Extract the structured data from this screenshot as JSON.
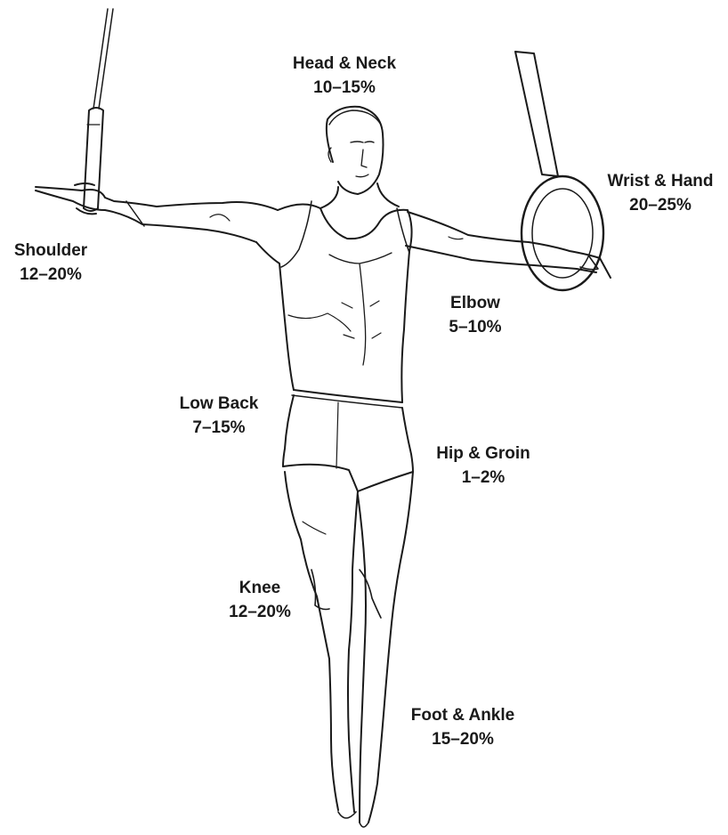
{
  "figure": {
    "icon": "gymnast-on-rings-illustration",
    "line_color": "#1a1a1a",
    "background": "#ffffff"
  },
  "regions": [
    {
      "id": "head-neck",
      "name": "Head & Neck",
      "range": "10–15%"
    },
    {
      "id": "wrist-hand",
      "name": "Wrist & Hand",
      "range": "20–25%"
    },
    {
      "id": "shoulder",
      "name": "Shoulder",
      "range": "12–20%"
    },
    {
      "id": "elbow",
      "name": "Elbow",
      "range": "5–10%"
    },
    {
      "id": "low-back",
      "name": "Low Back",
      "range": "7–15%"
    },
    {
      "id": "hip-groin",
      "name": "Hip & Groin",
      "range": "1–2%"
    },
    {
      "id": "knee",
      "name": "Knee",
      "range": "12–20%"
    },
    {
      "id": "foot-ankle",
      "name": "Foot & Ankle",
      "range": "15–20%"
    }
  ]
}
